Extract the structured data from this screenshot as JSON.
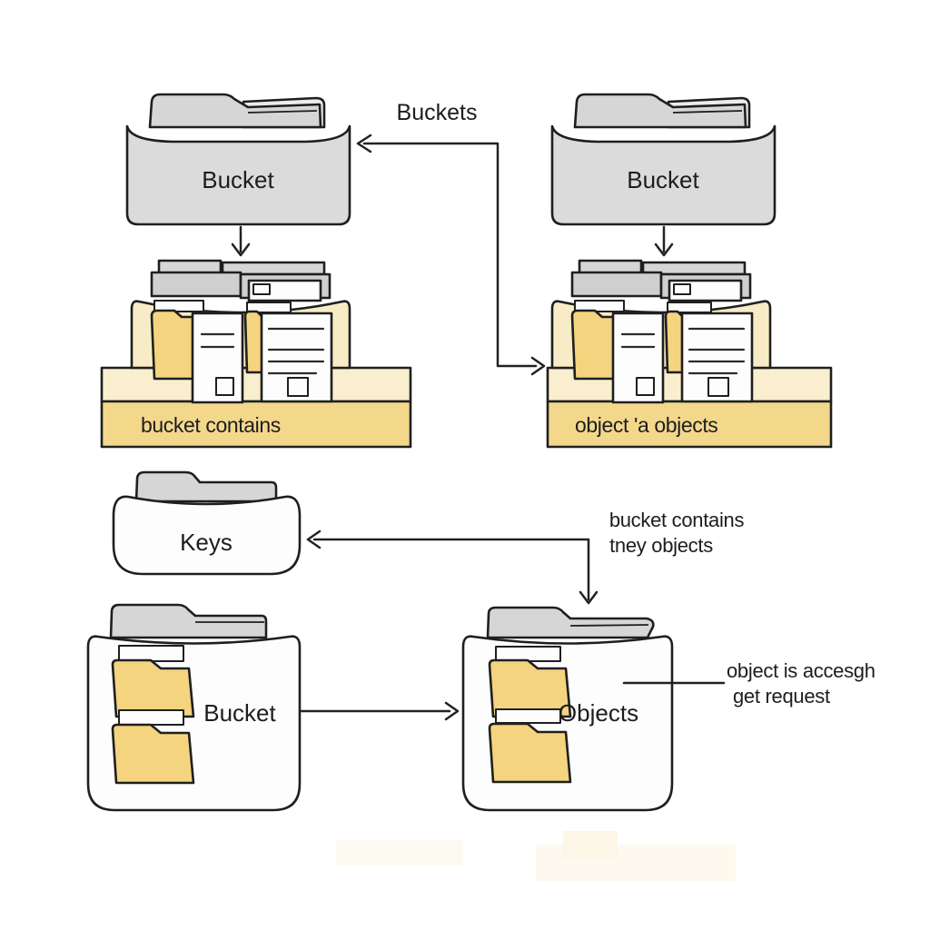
{
  "background": "#ffffff",
  "colors": {
    "outline": "#1f1f1f",
    "folder_gray": "#dbdbdb",
    "tab_gray": "#d6d6d6",
    "cream_container": "#f7ecc6",
    "platform": "#f9efce",
    "banner_yellow": "#f3d88c",
    "folder_yellow": "#f4d47e",
    "paper_white": "#fdfdfd",
    "text": "#1d1d1d"
  },
  "nodes": {
    "top_left_bucket": {
      "label": "Bucket"
    },
    "top_right_bucket": {
      "label": "Bucket"
    },
    "keys_folder": {
      "label": "Keys"
    },
    "bottom_left_bucket": {
      "label": "Bucket"
    },
    "objects_folder": {
      "label": "Objects"
    }
  },
  "captions": {
    "left_stack": "bucket contains",
    "right_stack": "object 'a objects"
  },
  "annotations": {
    "buckets": "Buckets",
    "middle_line1": "bucket contains",
    "middle_line2": "tney objects",
    "right_line1": "object is accesgh",
    "right_line2": "get request"
  }
}
